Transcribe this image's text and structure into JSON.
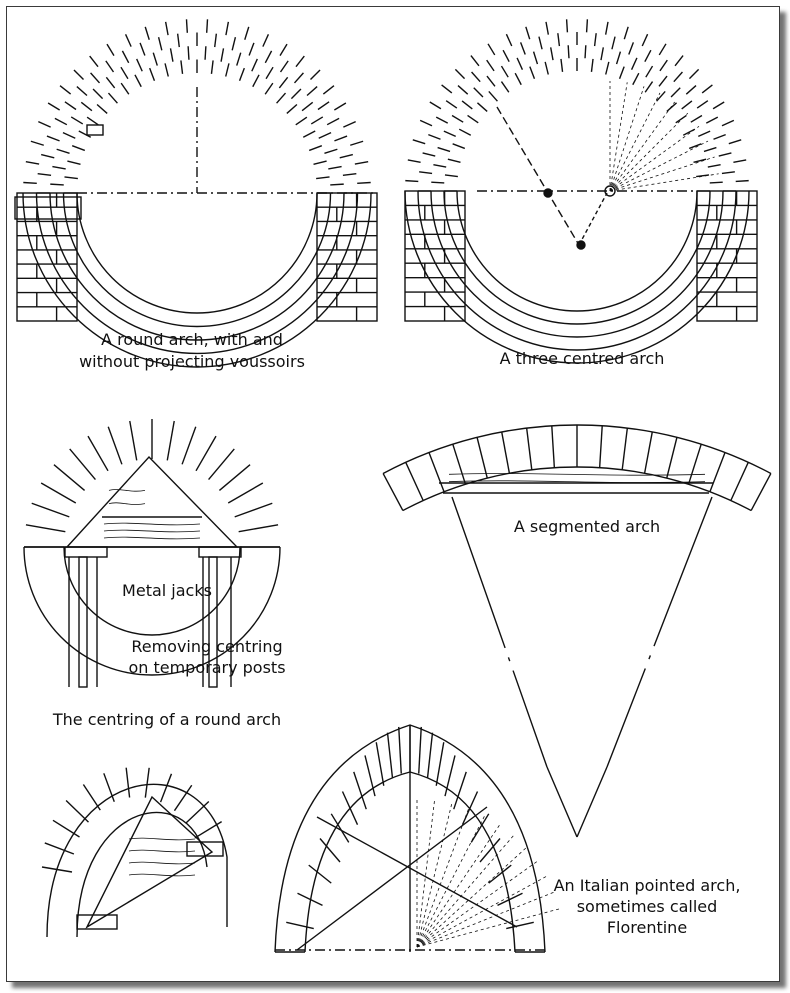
{
  "captions": {
    "round_arch_line1": "A round arch, with and",
    "round_arch_line2": "without projecting voussoirs",
    "three_centred": "A three centred arch",
    "metal_jacks": "Metal jacks",
    "removing_line1": "Removing centring",
    "removing_line2": "on temporary posts",
    "centring": "The centring of a round arch",
    "segmented": "A segmented arch",
    "italian_line1": "An Italian pointed arch,",
    "italian_line2": "sometimes called",
    "italian_line3": "Florentine"
  },
  "colors": {
    "ink": "#111111",
    "paper": "#ffffff",
    "frame_shadow": "#000000"
  }
}
